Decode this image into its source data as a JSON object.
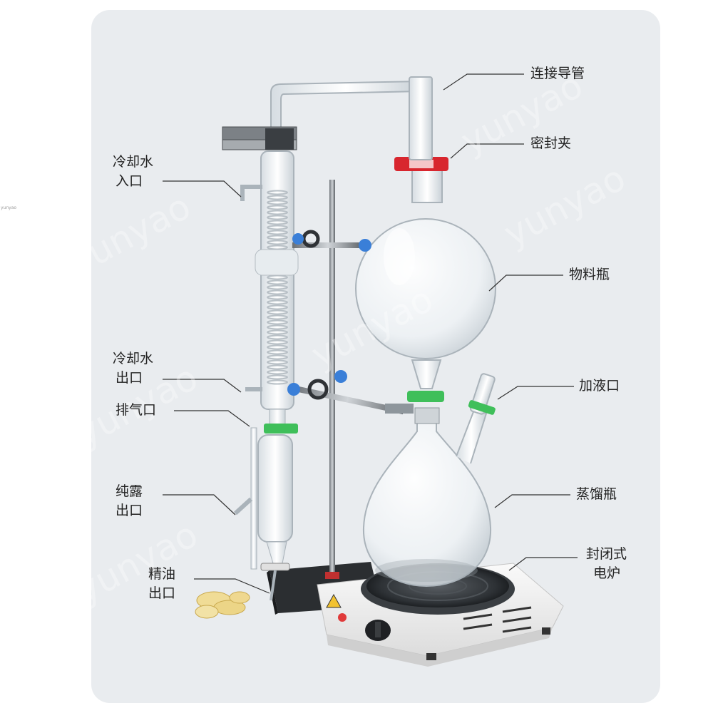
{
  "labels": {
    "connecting_tube": "连接导管",
    "seal_clamp": "密封夹",
    "cooling_water_inlet": [
      "冷却水",
      "入口"
    ],
    "material_flask": "物料瓶",
    "cooling_water_outlet": [
      "冷却水",
      "出口"
    ],
    "liquid_inlet": "加液口",
    "vent": "排气口",
    "distillation_flask": "蒸馏瓶",
    "hydrosol_outlet": [
      "纯露",
      "出口"
    ],
    "essential_oil_outlet": [
      "精油",
      "出口"
    ],
    "sealed_hotplate": [
      "封闭式",
      "电炉"
    ]
  },
  "watermark": "yunyao",
  "colors": {
    "background": "#e9ecef",
    "clamp_red": "#d8262e",
    "clamp_green": "#3fbf5a",
    "knob_blue": "#3a7fd8",
    "hotplate_body": "#f4f4f4"
  }
}
